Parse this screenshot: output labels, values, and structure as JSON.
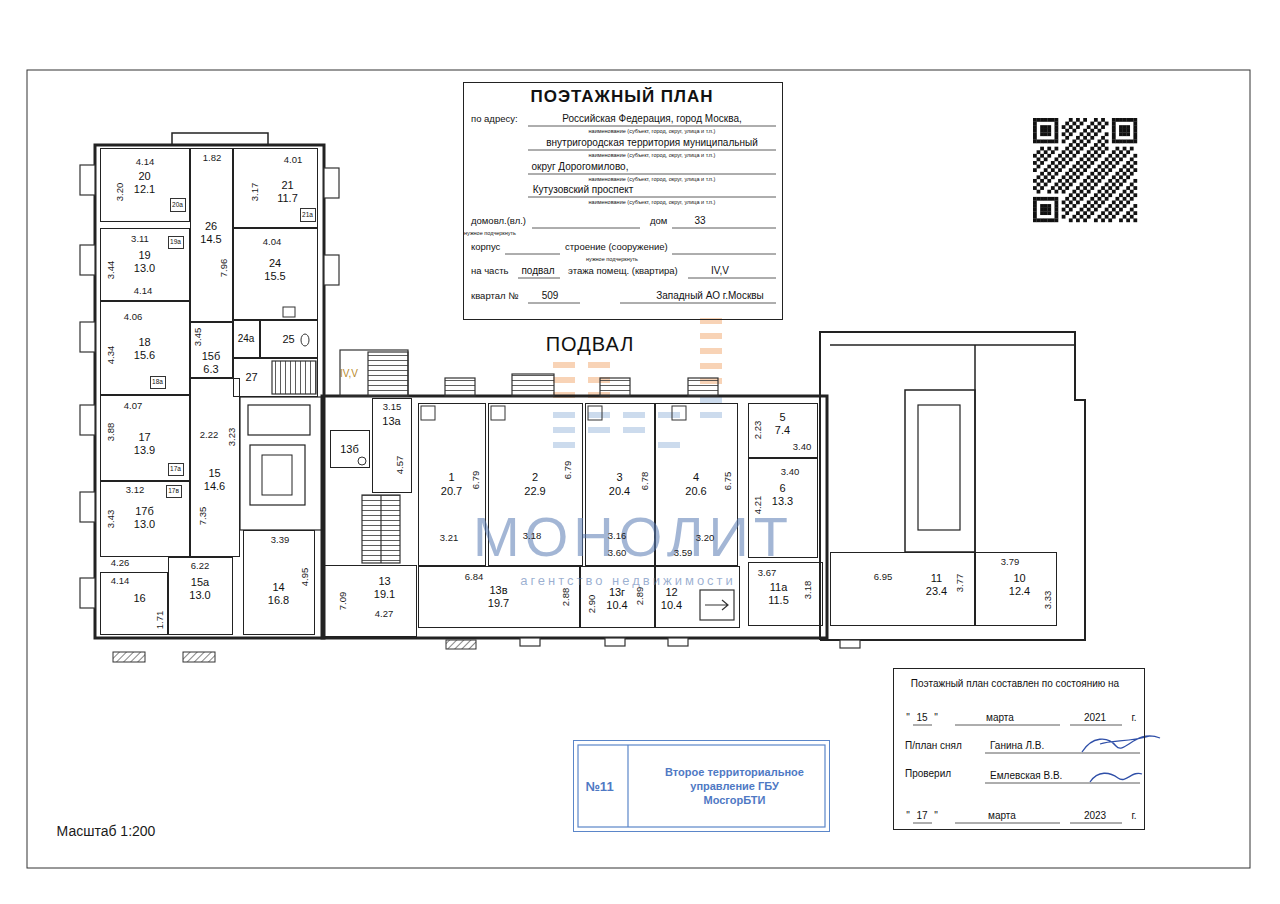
{
  "diagram": {
    "nodes": [
      {
        "text": [
          "ПОЭТАЖНЫЙ ПЛАН",
          "по адресу:",
          "Российская Федерация, город Москва,",
          "наименование (субъект, город, округ, улица и т.п.)",
          "внутригородская территория муниципальный",
          "наименование (субъект, город, округ, улица и т.п.)",
          "округ Дорогомилово,",
          "наименование (субъект, город, округ, улица и т.п.)",
          "Кутузовский проспект",
          "наименование (субъект, город, округ, улица и т.п.)",
          "домовл.(вл.)",
          "нужное подчеркнуть",
          "дом",
          "33",
          "корпус",
          "строение (сооружение)",
          "нужное подчеркнуть",
          "на часть",
          "подвал",
          "этажа помещ. (квартира)",
          "IV,V",
          "квартал №",
          "509",
          "Западный АО г.Москвы"
        ]
      },
      {
        "text": [
          "20",
          "12.1"
        ]
      },
      {
        "text": [
          "20а"
        ],
        "in": 1
      },
      {
        "text": [
          "26",
          "14.5"
        ]
      },
      {
        "text": [
          "21",
          "11.7"
        ]
      },
      {
        "text": [
          "21а"
        ],
        "in": 4
      },
      {
        "text": [
          "19",
          "13.0"
        ]
      },
      {
        "text": [
          "19а"
        ],
        "in": 6
      },
      {
        "text": [
          "24",
          "15.5"
        ]
      },
      {
        "text": [
          "18",
          "15.6"
        ]
      },
      {
        "text": [
          "18а"
        ],
        "in": 9
      },
      {
        "text": [
          "15б",
          "6.3"
        ]
      },
      {
        "text": [
          "24а"
        ]
      },
      {
        "text": [
          "25"
        ]
      },
      {
        "text": [
          "27"
        ]
      },
      {
        "text": [
          "17",
          "13.9"
        ]
      },
      {
        "text": [
          "17а"
        ],
        "in": 15
      },
      {
        "text": [
          "15",
          "14.6"
        ]
      },
      {
        "text": [
          "17б",
          "13.0"
        ]
      },
      {
        "text": [
          "17в"
        ],
        "in": 18
      },
      {
        "text": [
          "14",
          "16.8"
        ]
      },
      {
        "text": [
          "15а",
          "13.0"
        ]
      },
      {
        "text": [
          "16"
        ]
      },
      {
        "text": [
          "13а"
        ]
      },
      {
        "text": [
          "13б"
        ]
      },
      {
        "text": [
          "1",
          "20.7"
        ]
      },
      {
        "text": [
          "2",
          "22.9"
        ]
      },
      {
        "text": [
          "3",
          "20.4"
        ]
      },
      {
        "text": [
          "4",
          "20.6"
        ]
      },
      {
        "text": [
          "5",
          "7.4"
        ]
      },
      {
        "text": [
          "6",
          "13.3"
        ]
      },
      {
        "text": [
          "13",
          "19.1"
        ]
      },
      {
        "text": [
          "13в",
          "19.7"
        ]
      },
      {
        "text": [
          "13г",
          "10.4"
        ]
      },
      {
        "text": [
          "12",
          "10.4"
        ]
      },
      {
        "text": [
          "11а",
          "11.5"
        ]
      },
      {
        "text": [
          "11",
          "23.4"
        ]
      },
      {
        "text": [
          "10",
          "12.4"
        ]
      },
      {
        "text": [
          "№11",
          "Второе территориальное управление ГБУ МосгорБТИ"
        ]
      },
      {
        "text": [
          "Поэтажный план составлен по состоянию на",
          "\"",
          "15",
          "\"",
          "марта",
          "2021",
          "г.",
          "П/план снял",
          "Ганина Л.В.",
          "Проверил",
          "Емлевская В.В.",
          "\"",
          "17",
          "\"",
          "марта",
          "2023",
          "г."
        ]
      }
    ],
    "labels": [
      "ПОДВАЛ",
      "IV,V",
      "МОНОЛИТ",
      "агентство недвижимости",
      "Масштаб 1:200",
      "4.14",
      "3.20",
      "1.82",
      "7.96",
      "4.01",
      "3.17",
      "3.11",
      "4.14",
      "3.44",
      "4.04",
      "4.06",
      "4.34",
      "3.45",
      "4.07",
      "3.88",
      "2.22",
      "3.23",
      "7.35",
      "3.12",
      "3.43",
      "3.39",
      "4.95",
      "6.22",
      "4.26",
      "4.14",
      "1.71",
      "3.15",
      "4.57",
      "4.27",
      "7.09",
      "6.79",
      "3.21",
      "6.79",
      "3.18",
      "6.78",
      "3.16",
      "6.75",
      "3.20",
      "6.84",
      "2.88",
      "3.60",
      "2.90",
      "2.89",
      "3.59",
      "2.23",
      "3.40",
      "3.40",
      "4.21",
      "3.67",
      "3.18",
      "6.95",
      "3.77",
      "3.79",
      "3.33"
    ]
  }
}
